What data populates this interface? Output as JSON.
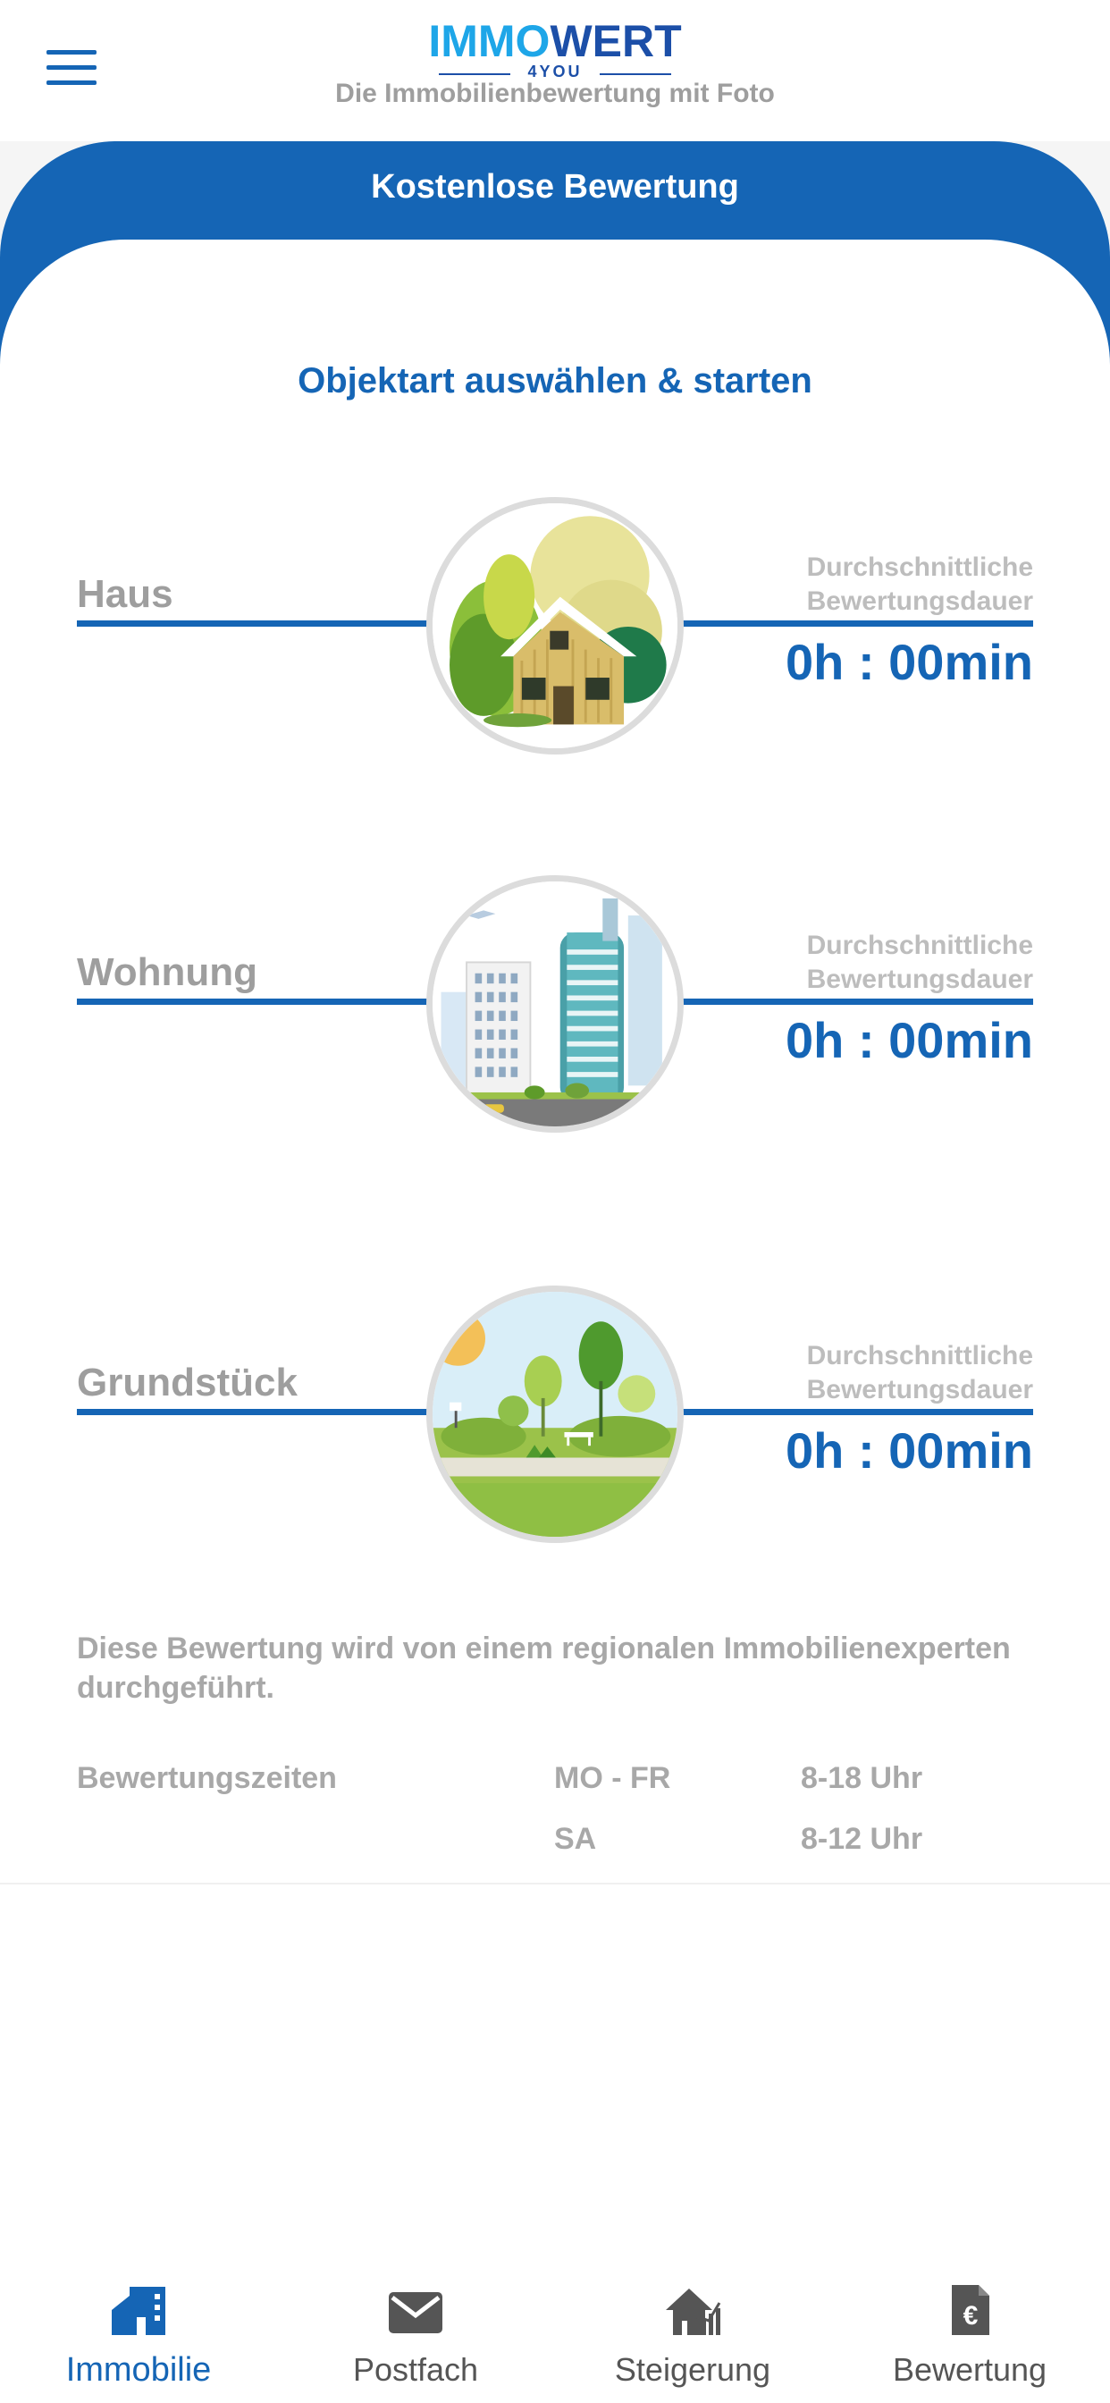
{
  "header": {
    "logo_part1": "IMMO",
    "logo_part2": "WERT",
    "logo_sub": "4YOU",
    "tagline": "Die Immobilienbewertung mit Foto",
    "menu_icon": "hamburger-menu-icon"
  },
  "banner": {
    "title": "Kostenlose Bewertung"
  },
  "section_title": "Objektart auswählen & starten",
  "objects": [
    {
      "label": "Haus",
      "duration_label_1": "Durchschnittliche",
      "duration_label_2": "Bewertungsdauer",
      "duration": "0h : 00min",
      "icon": "house-illustration"
    },
    {
      "label": "Wohnung",
      "duration_label_1": "Durchschnittliche",
      "duration_label_2": "Bewertungsdauer",
      "duration": "0h : 00min",
      "icon": "apartment-buildings-illustration"
    },
    {
      "label": "Grundstück",
      "duration_label_1": "Durchschnittliche",
      "duration_label_2": "Bewertungsdauer",
      "duration": "0h : 00min",
      "icon": "land-plot-illustration"
    }
  ],
  "info": {
    "description": "Diese Bewertung wird von einem regionalen Immobilienexperten durchgeführt.",
    "hours_label": "Bewertungszeiten",
    "hours": [
      {
        "days": "MO - FR",
        "time": "8-18 Uhr"
      },
      {
        "days": "SA",
        "time": "8-12 Uhr"
      }
    ]
  },
  "bottom_nav": {
    "items": [
      {
        "label": "Immobilie",
        "icon": "building-icon",
        "active": true
      },
      {
        "label": "Postfach",
        "icon": "envelope-icon",
        "active": false
      },
      {
        "label": "Steigerung",
        "icon": "house-growth-chart-icon",
        "active": false
      },
      {
        "label": "Bewertung",
        "icon": "euro-document-icon",
        "active": false
      }
    ]
  },
  "colors": {
    "primary": "#1565b5",
    "logo_light_blue": "#1ea6e8",
    "logo_dark_blue": "#1c4fa8",
    "muted_text": "#9e9e9e",
    "nav_icon": "#555555"
  }
}
